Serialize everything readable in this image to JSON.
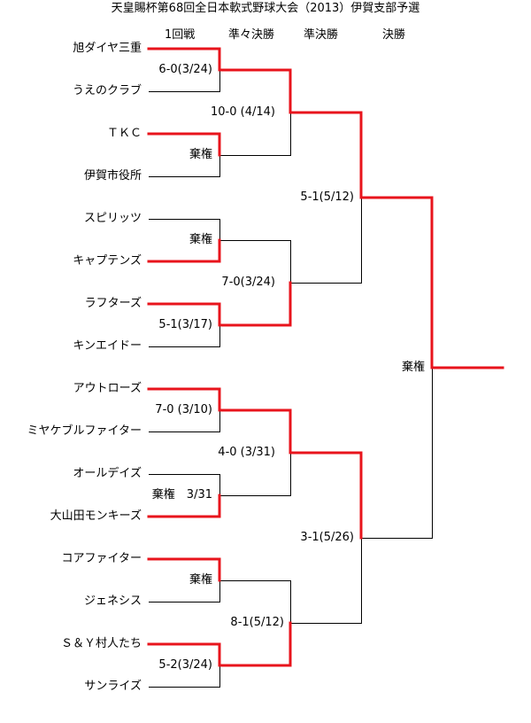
{
  "title": "天皇賜杯第68回全日本軟式野球大会（2013）伊賀支部予選",
  "round_headers": [
    "1回戦",
    "準々決勝",
    "準決勝",
    "決勝"
  ],
  "teams": [
    "旭ダイヤ三重",
    "うえのクラブ",
    "ＴＫＣ",
    "伊賀市役所",
    "スピリッツ",
    "キャプテンズ",
    "ラフターズ",
    "キンエイドー",
    "アウトローズ",
    "ミヤケブルファイター",
    "オールデイズ",
    "大山田モンキーズ",
    "コアファイター",
    "ジェネシス",
    "Ｓ＆Ｙ村人たち",
    "サンライズ"
  ],
  "scores": {
    "r1": [
      "6-0(3/24)",
      "棄権",
      "棄権",
      "5-1(3/17)",
      "7-0 (3/10)",
      "棄権　3/31",
      "棄権",
      "5-2(3/24)"
    ],
    "r2": [
      "10-0 (4/14)",
      "7-0(3/24)",
      "4-0 (3/31)",
      "8-1(5/12)"
    ],
    "r3": [
      "5-1(5/12)",
      "3-1(5/26)"
    ],
    "final": "棄権"
  },
  "colors": {
    "winner_line": "#e8141c",
    "loser_line": "#000000"
  }
}
